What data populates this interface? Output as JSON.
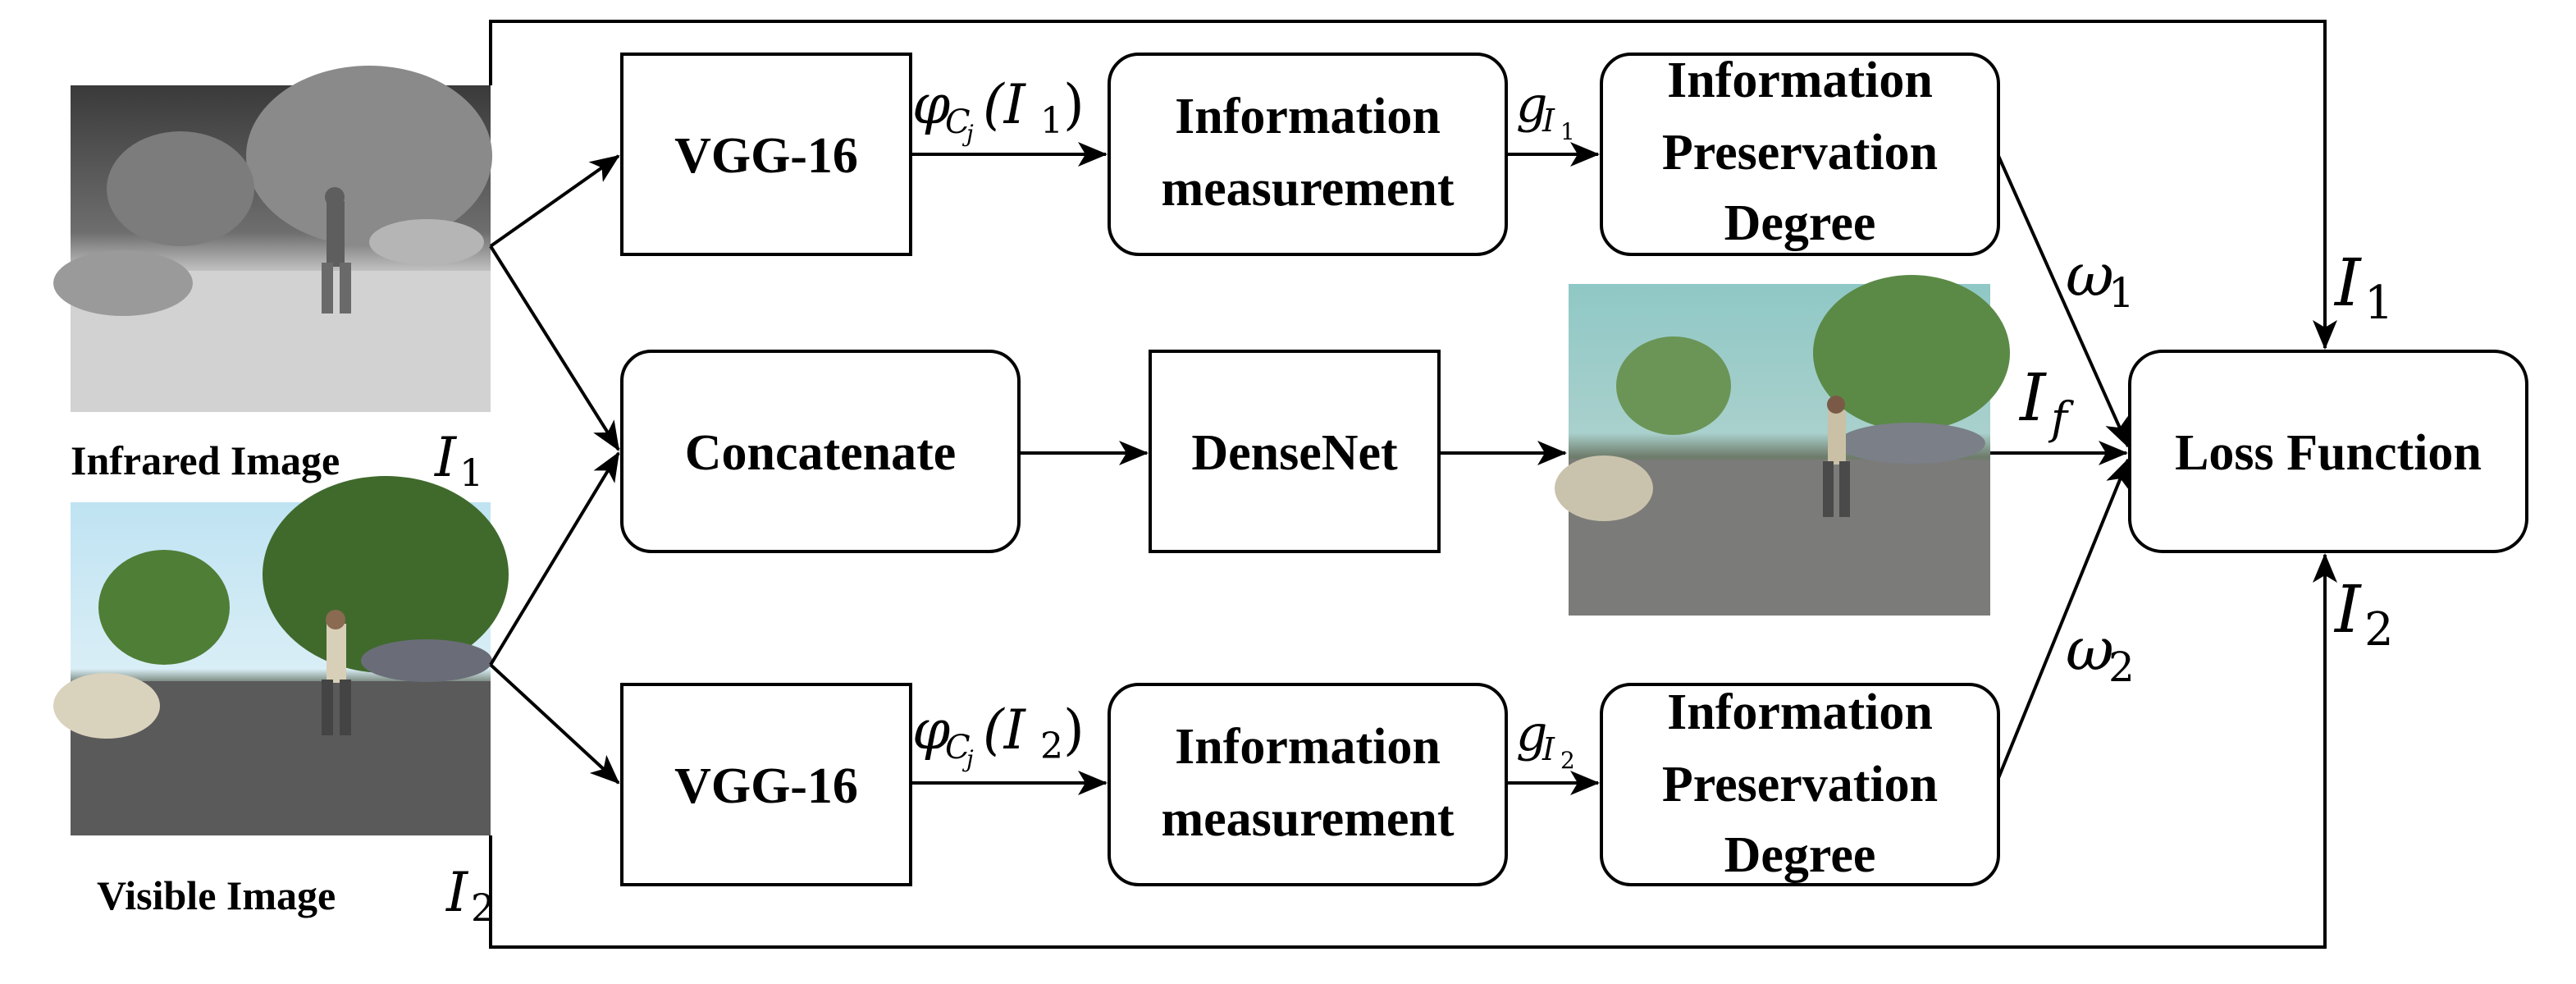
{
  "nodes": {
    "vgg_top": "VGG-16",
    "vgg_bottom": "VGG-16",
    "concatenate": "Concatenate",
    "densenet": "DenseNet",
    "info_measure_top": [
      "Information",
      "measurement"
    ],
    "info_measure_bottom": [
      "Information",
      "measurement"
    ],
    "ipd_top": [
      "Information",
      "Preservation",
      "Degree"
    ],
    "ipd_bottom": [
      "Information",
      "Preservation",
      "Degree"
    ],
    "loss": "Loss Function"
  },
  "images": {
    "infrared_caption": "Infrared Image",
    "visible_caption": "Visible Image"
  },
  "edge_labels": {
    "phi_symbol": "φ",
    "phi_sub_c": "C",
    "phi_sub_j": "j",
    "phi_arg_1": "(I",
    "phi_arg_1_sub": "1",
    "phi_arg_2_sub": "2",
    "phi_close": ")",
    "g_symbol": "g",
    "g_sub_i": "I",
    "g_sub_1": "1",
    "g_sub_2": "2",
    "omega": "ω",
    "omega_1_sub": "1",
    "omega_2_sub": "2",
    "I_symbol": "I",
    "I1_sub": "1",
    "I2_sub": "2",
    "If_sub": "f"
  }
}
